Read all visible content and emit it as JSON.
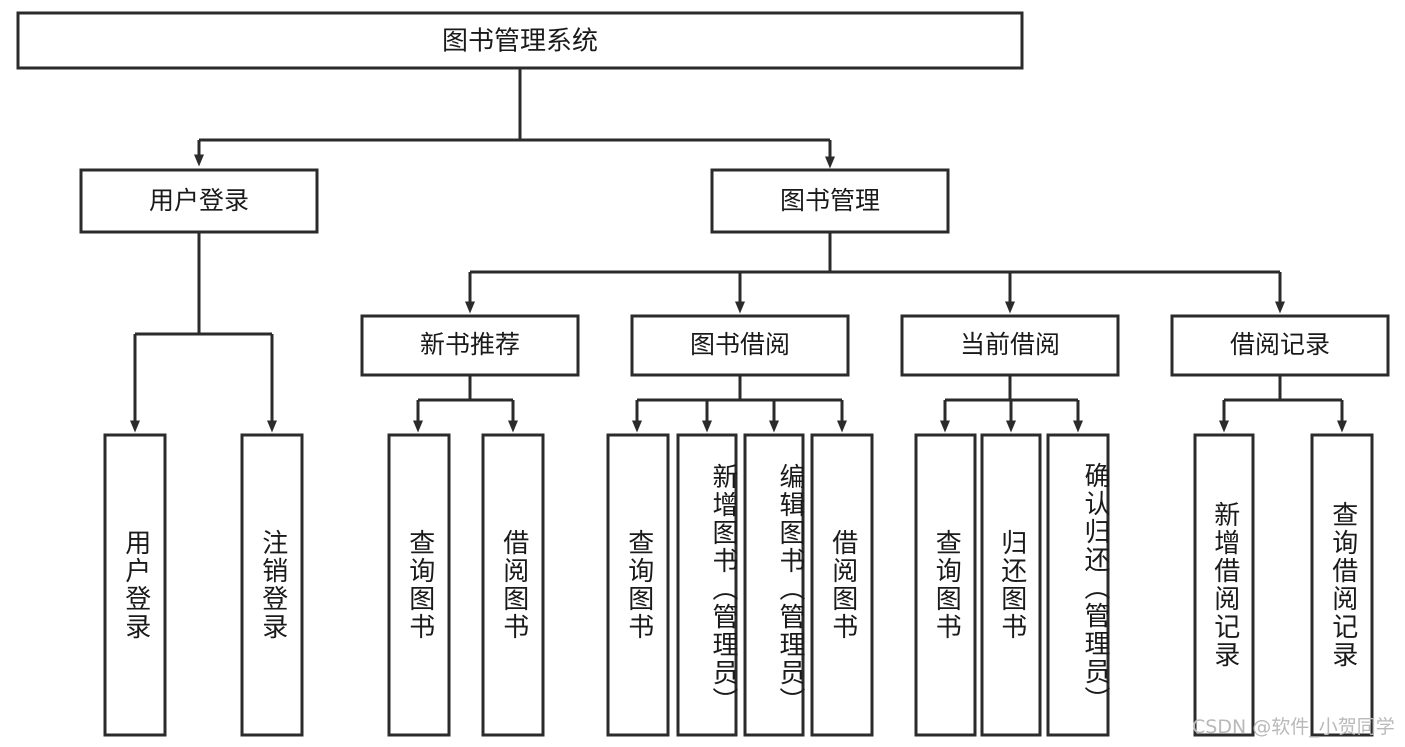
{
  "diagram": {
    "title": "图书管理系统",
    "watermark": "CSDN @软件_小贺同学",
    "colors": {
      "stroke": "#2b2b2b",
      "fill": "#ffffff",
      "text": "#1a1a1a",
      "watermark": "#b9b9b9",
      "background": "#ffffff"
    },
    "root": {
      "label": "图书管理系统"
    },
    "level2": [
      {
        "label": "用户登录"
      },
      {
        "label": "图书管理"
      }
    ],
    "level3": [
      {
        "label": "新书推荐"
      },
      {
        "label": "图书借阅"
      },
      {
        "label": "当前借阅"
      },
      {
        "label": "借阅记录"
      }
    ],
    "leaves": {
      "user_login": [
        {
          "label": "用户登录"
        },
        {
          "label": "注销登录"
        }
      ],
      "new_book_recommend": [
        {
          "label": "查询图书"
        },
        {
          "label": "借阅图书"
        }
      ],
      "book_borrow": [
        {
          "label": "查询图书"
        },
        {
          "label": "新增图书（管理员）"
        },
        {
          "label": "编辑图书（管理员）"
        },
        {
          "label": "借阅图书"
        }
      ],
      "current_borrow": [
        {
          "label": "查询图书"
        },
        {
          "label": "归还图书"
        },
        {
          "label": "确认归还（管理员）"
        }
      ],
      "borrow_record": [
        {
          "label": "新增借阅记录"
        },
        {
          "label": "查询借阅记录"
        }
      ]
    }
  }
}
